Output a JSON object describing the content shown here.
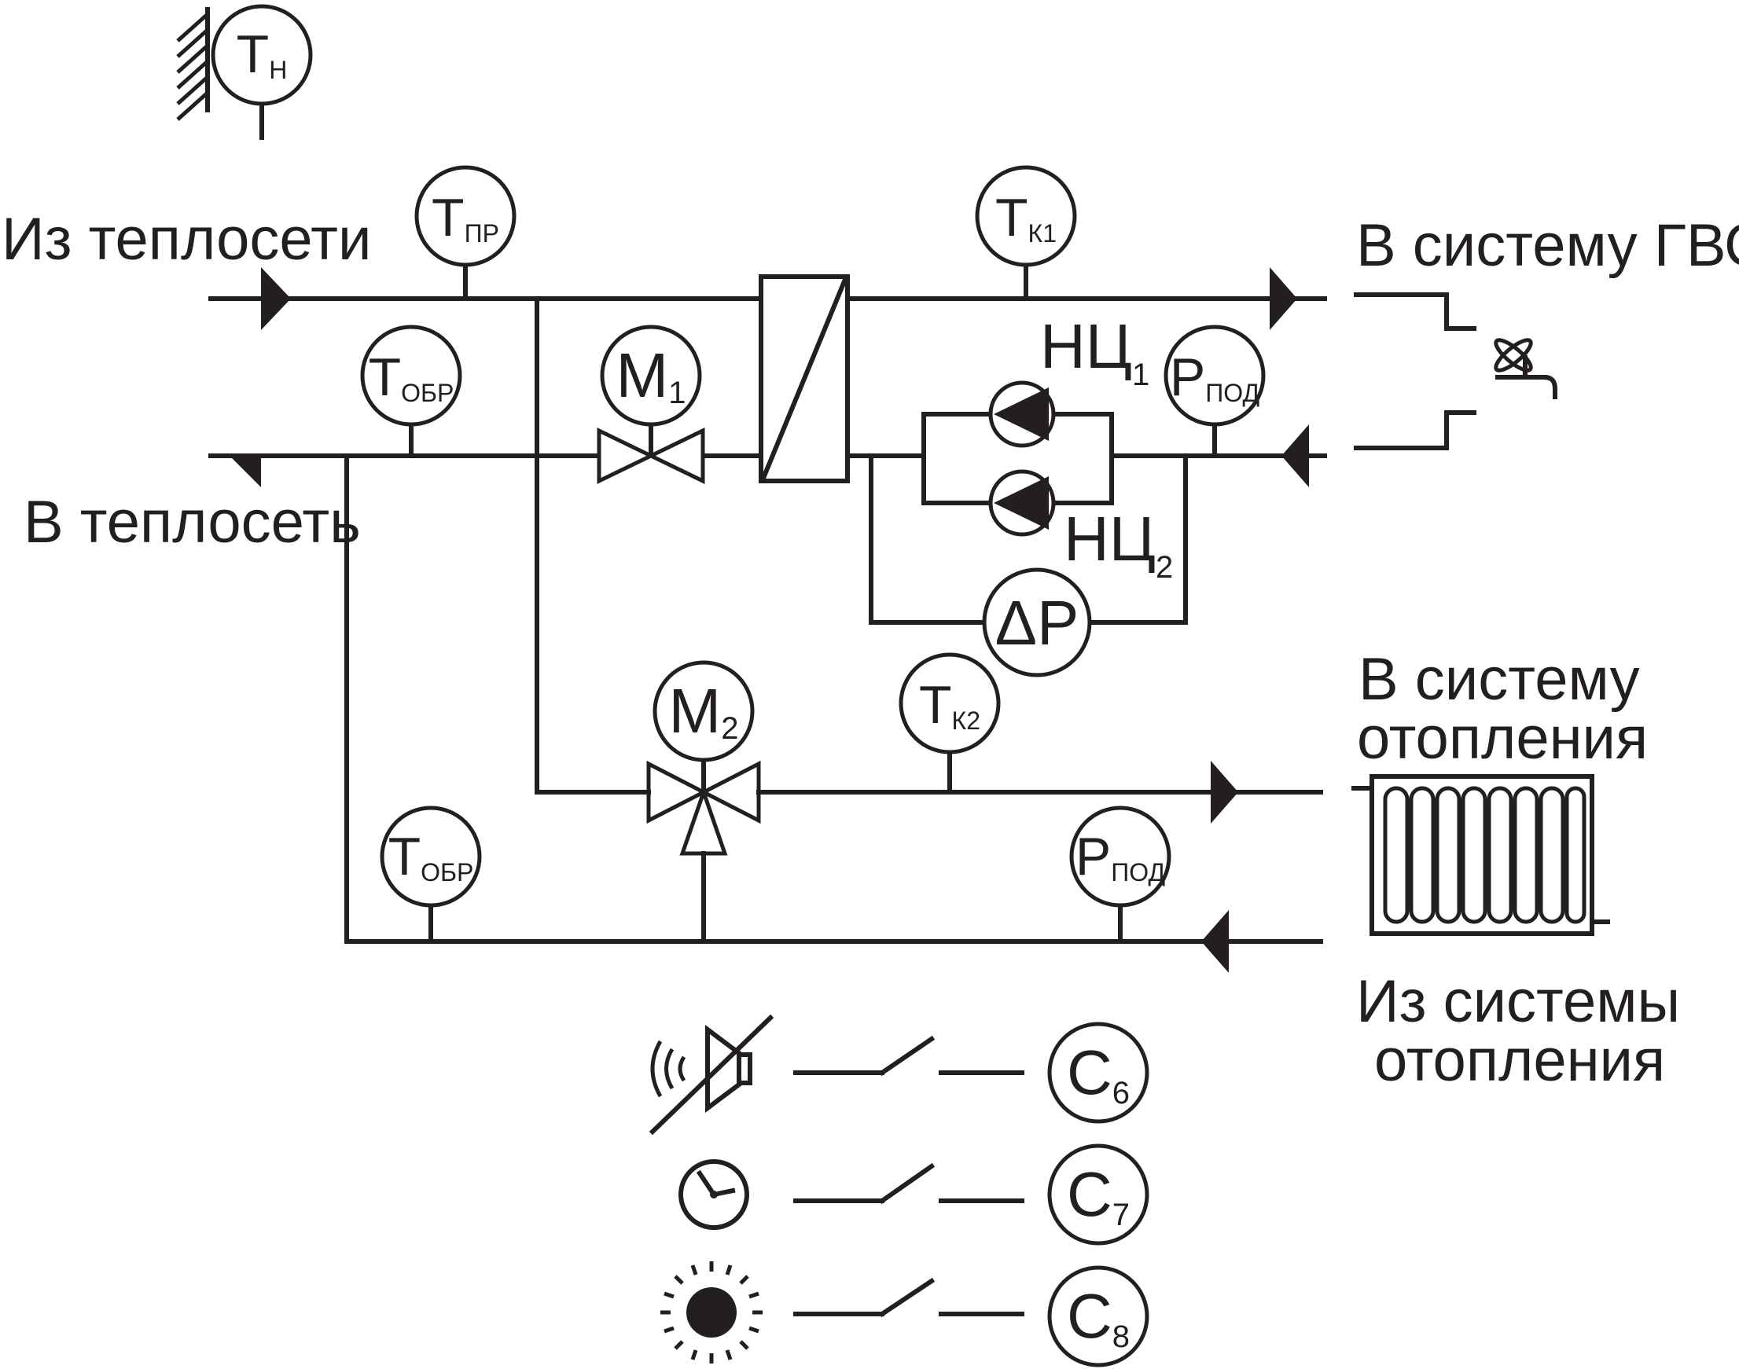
{
  "labels": {
    "from_network": "Из теплосети",
    "to_network": "В теплосеть",
    "to_dhw": "В систему ГВС",
    "to_heating_1": "В систему",
    "to_heating_2": "отопления",
    "from_heating_1": "Из системы",
    "from_heating_2": "отопления"
  },
  "sensors": {
    "tn": {
      "main": "Т",
      "sub": "Н"
    },
    "tpr": {
      "main": "Т",
      "sub": "ПР"
    },
    "tobr1": {
      "main": "Т",
      "sub": "ОБР"
    },
    "tk1": {
      "main": "Т",
      "sub": "К1"
    },
    "ppod1": {
      "main": "Р",
      "sub": "ПОД"
    },
    "m1": {
      "main": "М",
      "sub": "1"
    },
    "m2": {
      "main": "М",
      "sub": "2"
    },
    "tk2": {
      "main": "Т",
      "sub": "К2"
    },
    "tobr2": {
      "main": "Т",
      "sub": "ОБР"
    },
    "ppod2": {
      "main": "Р",
      "sub": "ПОД"
    },
    "dp": {
      "main": "ΔР"
    },
    "c6": {
      "main": "С",
      "sub": "6"
    },
    "c7": {
      "main": "С",
      "sub": "7"
    },
    "c8": {
      "main": "С",
      "sub": "8"
    }
  },
  "pumps": {
    "nc1": {
      "main": "НЦ",
      "sub": "1"
    },
    "nc2": {
      "main": "НЦ",
      "sub": "2"
    }
  },
  "icons": [
    "facade-sensor-icon",
    "heat-exchanger-icon",
    "pump-icon",
    "two-way-valve-icon",
    "three-way-valve-icon",
    "faucet-icon",
    "radiator-icon",
    "muted-speaker-icon",
    "clock-icon",
    "sun-icon",
    "switch-icon"
  ],
  "colors": {
    "ink": "#231f20",
    "background": "#ffffff"
  }
}
